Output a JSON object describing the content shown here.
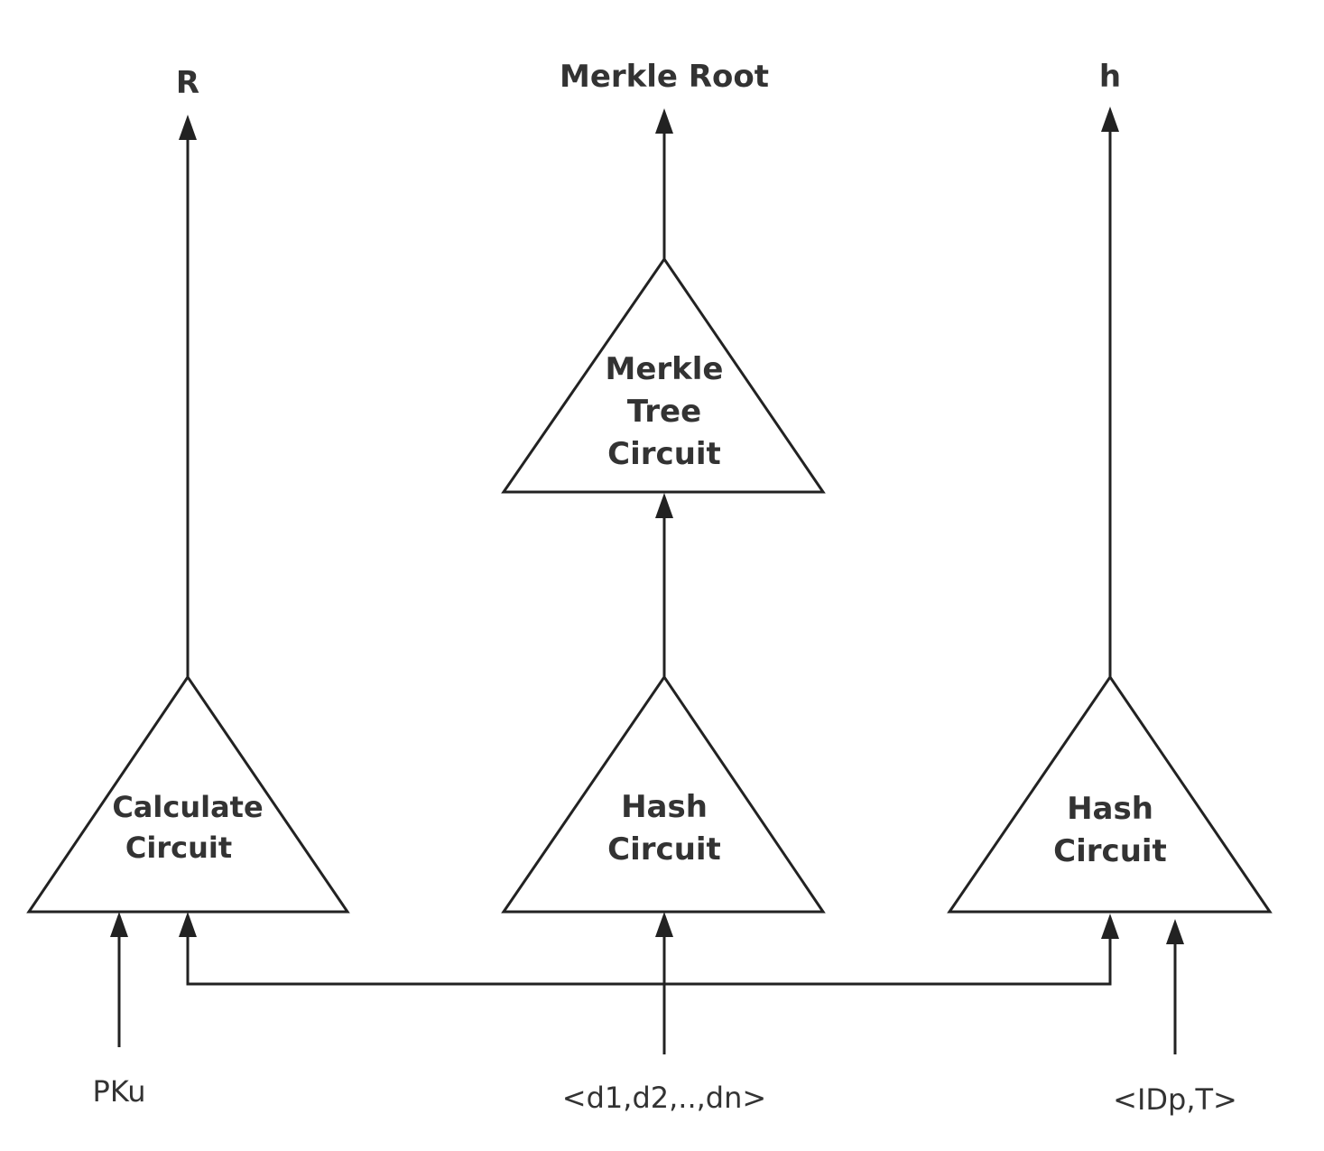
{
  "outputs": {
    "r": "R",
    "merkle_root": "Merkle Root",
    "h": "h"
  },
  "blocks": {
    "merkle_tree": {
      "line1": "Merkle",
      "line2": "Tree",
      "line3": "Circuit"
    },
    "calculate": {
      "line1": "Calculate",
      "line2": "Circuit"
    },
    "hash_middle": {
      "line1": "Hash",
      "line2": "Circuit"
    },
    "hash_right": {
      "line1": "Hash",
      "line2": "Circuit"
    }
  },
  "inputs": {
    "pku": "PKu",
    "data": "<d1,d2,..,dn>",
    "id_t": "<IDp,T>"
  }
}
